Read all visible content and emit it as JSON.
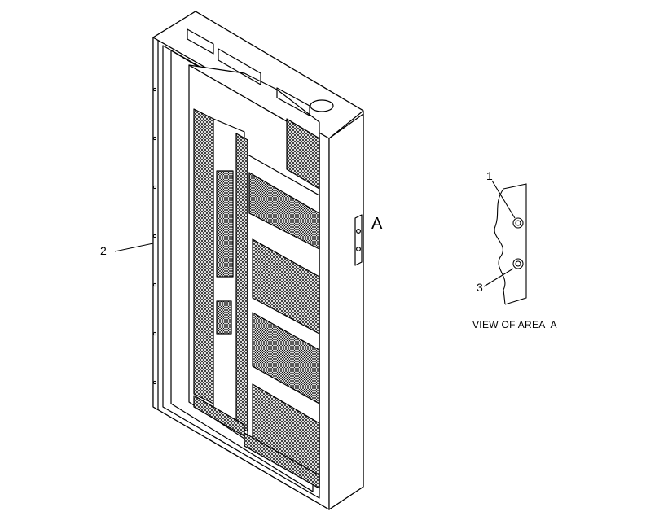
{
  "callouts": {
    "c1": "1",
    "c2": "2",
    "c3": "3",
    "area": "A"
  },
  "view_caption": "VIEW OF AREA  A",
  "icons": [
    "cabinet-assembly-icon",
    "bolt-detail-icon"
  ],
  "colors": {
    "line": "#000000",
    "background": "#ffffff"
  }
}
